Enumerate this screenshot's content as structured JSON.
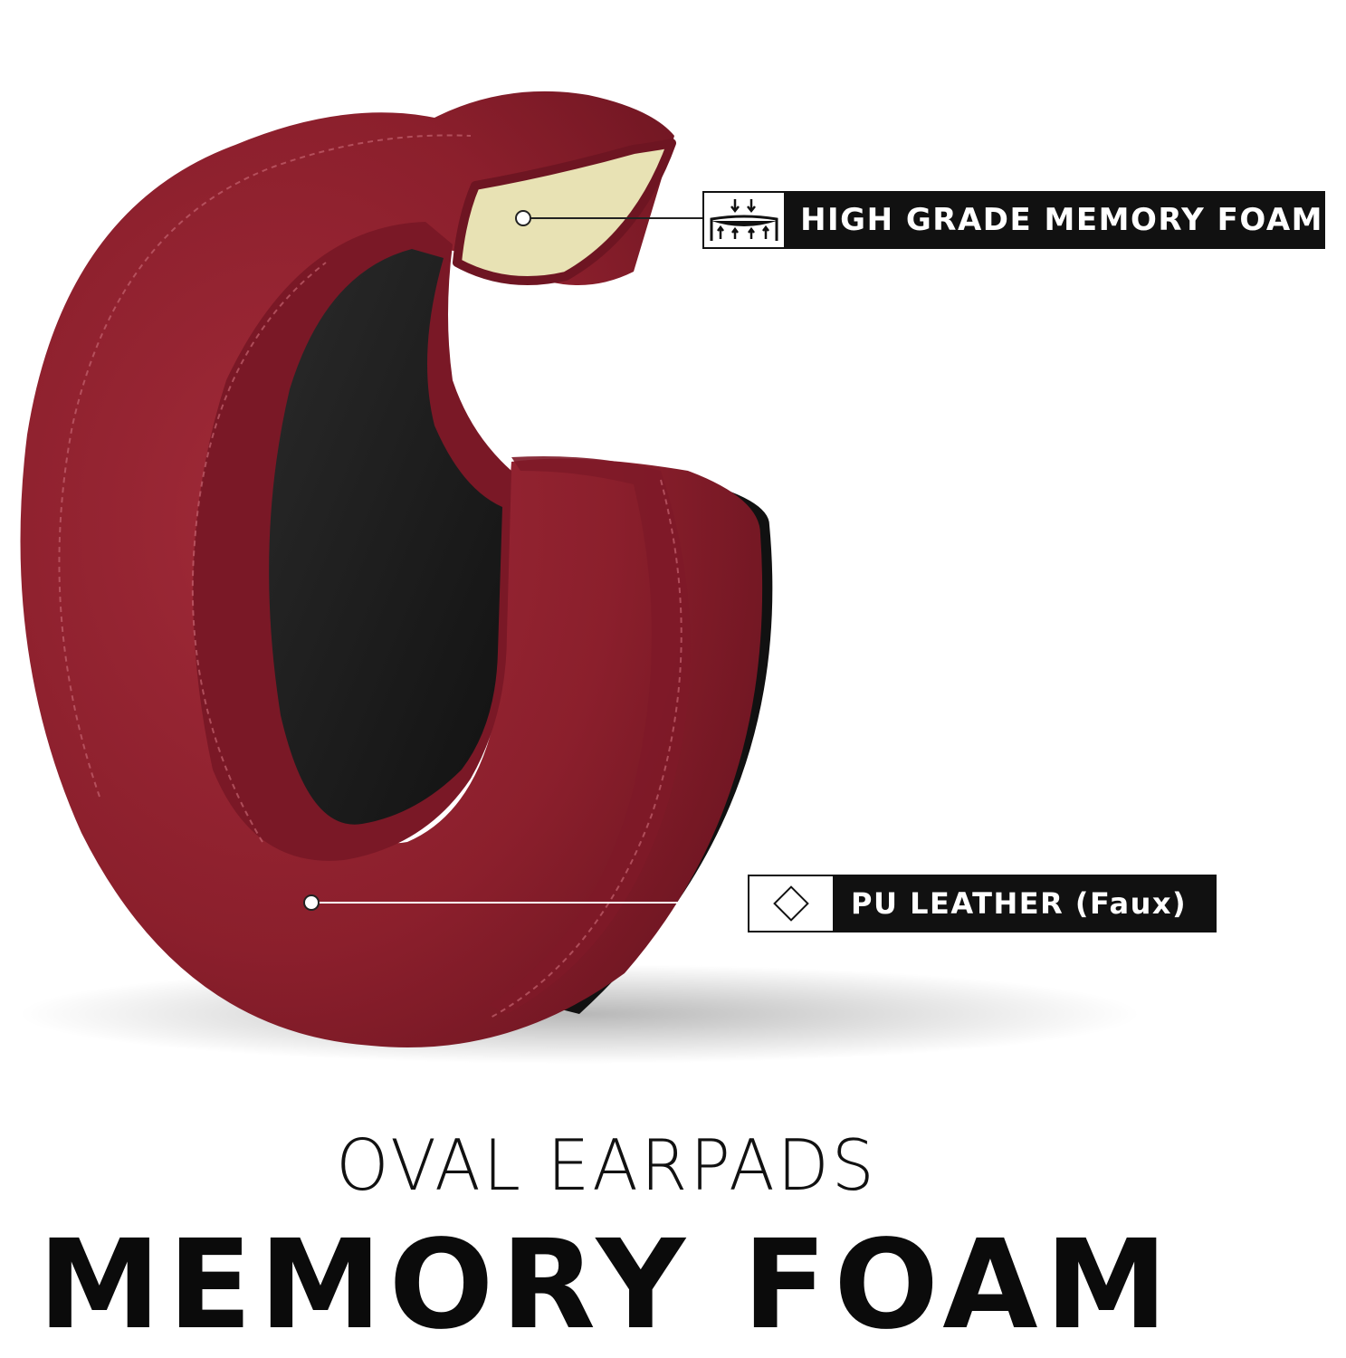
{
  "callouts": {
    "foam_label": "HIGH GRADE MEMORY FOAM",
    "leather_label": "PU LEATHER (Faux)"
  },
  "icons": {
    "foam": "memory-foam-compression-icon",
    "leather": "diamond-outline-icon"
  },
  "heading": {
    "subtitle": "OVAL EARPADS",
    "title": "MEMORY FOAM"
  },
  "colors": {
    "leather": "#8a1f2c",
    "leather_dark": "#5e1019",
    "foam": "#e8e2b4",
    "mesh": "#1e1e1e",
    "label_bg": "#111111"
  }
}
